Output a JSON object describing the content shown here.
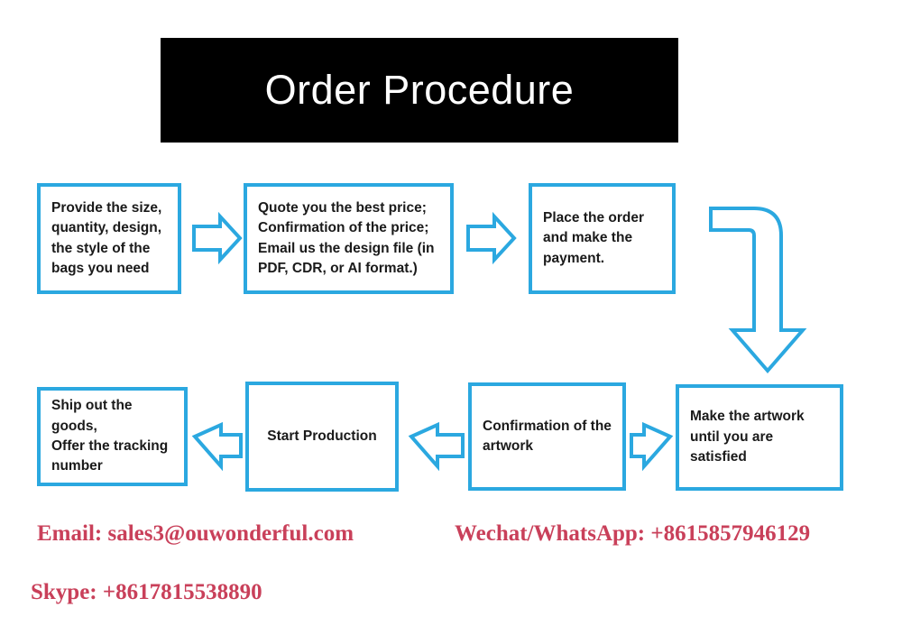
{
  "title": {
    "text": "Order Procedure"
  },
  "colors": {
    "accent_blue": "#2BA8E0",
    "banner_background": "#000000",
    "banner_text": "#FFFFFF",
    "contact_red": "#C9405A",
    "box_text": "#1A1A1A"
  },
  "flow": {
    "row1": [
      {
        "id": "requirements",
        "text": "Provide the size,\nquantity, design,\nthe style of the\nbags you need"
      },
      {
        "id": "quote",
        "text": "Quote you the best price;\nConfirmation of the price;\nEmail us the design file (in\nPDF, CDR, or AI format.)"
      },
      {
        "id": "place-order",
        "text": "Place the order\nand make the\npayment."
      }
    ],
    "row2": [
      {
        "id": "ship",
        "text": "Ship out the goods,\nOffer the tracking\nnumber"
      },
      {
        "id": "production",
        "text": "Start Production"
      },
      {
        "id": "confirm-artwork",
        "text": "Confirmation of the\nartwork"
      },
      {
        "id": "make-artwork",
        "text": "Make the artwork\nuntil you are satisfied"
      }
    ],
    "connectors": [
      {
        "id": "arrow-1",
        "direction": "right"
      },
      {
        "id": "arrow-2",
        "direction": "right"
      },
      {
        "id": "arrow-elbow",
        "direction": "right-then-down"
      },
      {
        "id": "arrow-3",
        "direction": "left"
      },
      {
        "id": "arrow-4",
        "direction": "left"
      },
      {
        "id": "arrow-5",
        "direction": "left"
      }
    ]
  },
  "contact": {
    "email": "Email: sales3@ouwonderful.com",
    "wechat_whatsapp": "Wechat/WhatsApp: +8615857946129",
    "skype": "Skype: +8617815538890"
  }
}
